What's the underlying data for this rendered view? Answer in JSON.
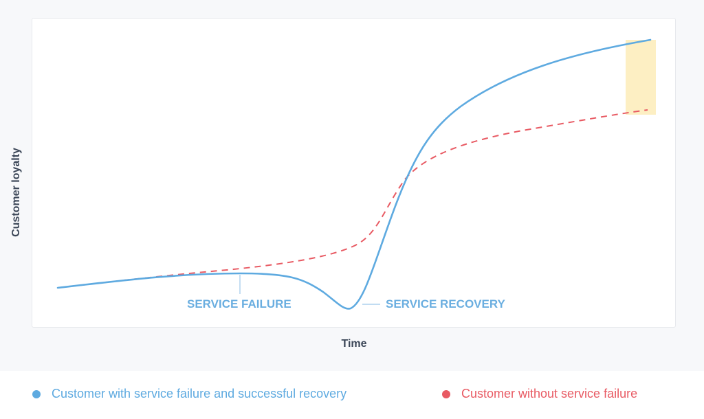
{
  "chart_data": {
    "type": "line",
    "title": "",
    "xlabel": "Time",
    "ylabel": "Customer loyalty",
    "grid": false,
    "legend_position": "bottom",
    "x": [
      0,
      10,
      20,
      30,
      40,
      46,
      50,
      52,
      55,
      60,
      65,
      70,
      80,
      90,
      100
    ],
    "series": [
      {
        "name": "Customer with service failure and successful recovery",
        "color": "#5eaae0",
        "style": "solid",
        "values": [
          5,
          8,
          10,
          10.5,
          7,
          0.5,
          0,
          3,
          25,
          55,
          72,
          80,
          88,
          94,
          99
        ]
      },
      {
        "name": "Customer without service failure",
        "color": "#e85a63",
        "style": "dashed",
        "values": [
          5,
          8,
          11,
          14,
          17,
          20,
          24,
          30,
          44,
          58,
          64,
          68,
          72,
          74,
          76
        ]
      }
    ],
    "annotations": [
      {
        "label": "SERVICE FAILURE",
        "x": 30
      },
      {
        "label": "SERVICE RECOVERY",
        "x": 52
      },
      {
        "label": "loyalty gap highlight",
        "x": 97,
        "color": "#fdefc3"
      }
    ],
    "ylim": [
      0,
      100
    ],
    "axis_ticks": "none"
  },
  "axes": {
    "x_label": "Time",
    "y_label": "Customer loyalty"
  },
  "annotations": {
    "failure": "SERVICE FAILURE",
    "recovery": "SERVICE RECOVERY"
  },
  "legend": {
    "items": [
      {
        "label": "Customer with service failure and successful recovery",
        "color": "#5eaae0"
      },
      {
        "label": "Customer without service failure",
        "color": "#e85a63"
      }
    ]
  },
  "colors": {
    "recovery_line": "#5eaae0",
    "no_failure_line": "#e85a63",
    "highlight": "#fdefc3",
    "axis_text": "#3b4657",
    "annotation_text": "#6aaee0"
  }
}
